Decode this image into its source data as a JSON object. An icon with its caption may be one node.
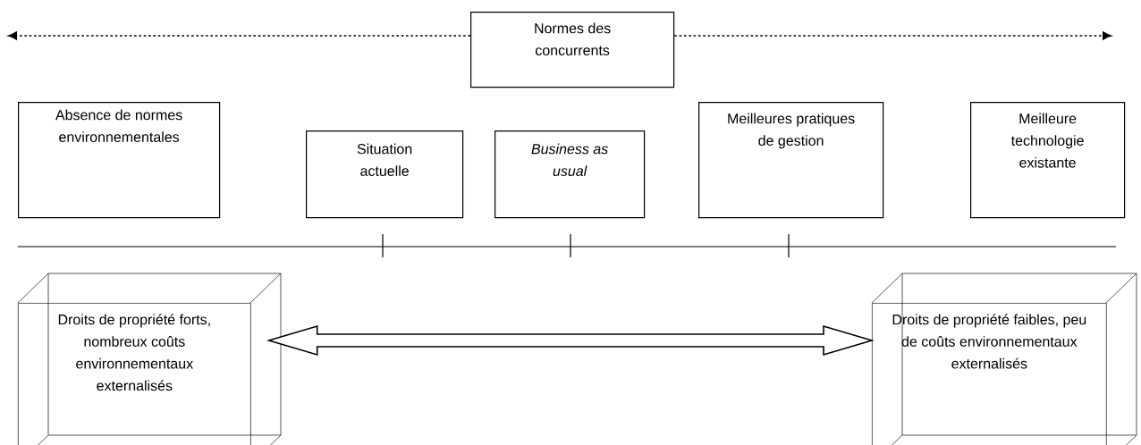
{
  "diagram": {
    "nodes": [
      {
        "text": [
          "Normes des concurrents"
        ]
      },
      {
        "text": [
          "Absence de normes environnementales"
        ]
      },
      {
        "text": [
          "Situation actuelle"
        ]
      },
      {
        "text": [
          "Business as usual"
        ]
      },
      {
        "text": [
          "Meilleures pratiques de gestion"
        ]
      },
      {
        "text": [
          "Meilleure technologie existante"
        ]
      },
      {
        "text": [
          "Droits de propriété forts, nombreux coûts environnementaux externalisés"
        ]
      },
      {
        "text": [
          "Droits de propriété faibles, peu de coûts environnementaux externalisés"
        ]
      }
    ],
    "edges": [
      {
        "from": 0,
        "to": null,
        "arrow": "to",
        "style": "dashed"
      },
      {
        "from": 0,
        "to": null,
        "arrow": "to",
        "style": "dashed"
      },
      {
        "from": 6,
        "to": 7,
        "arrow": "both"
      }
    ]
  }
}
